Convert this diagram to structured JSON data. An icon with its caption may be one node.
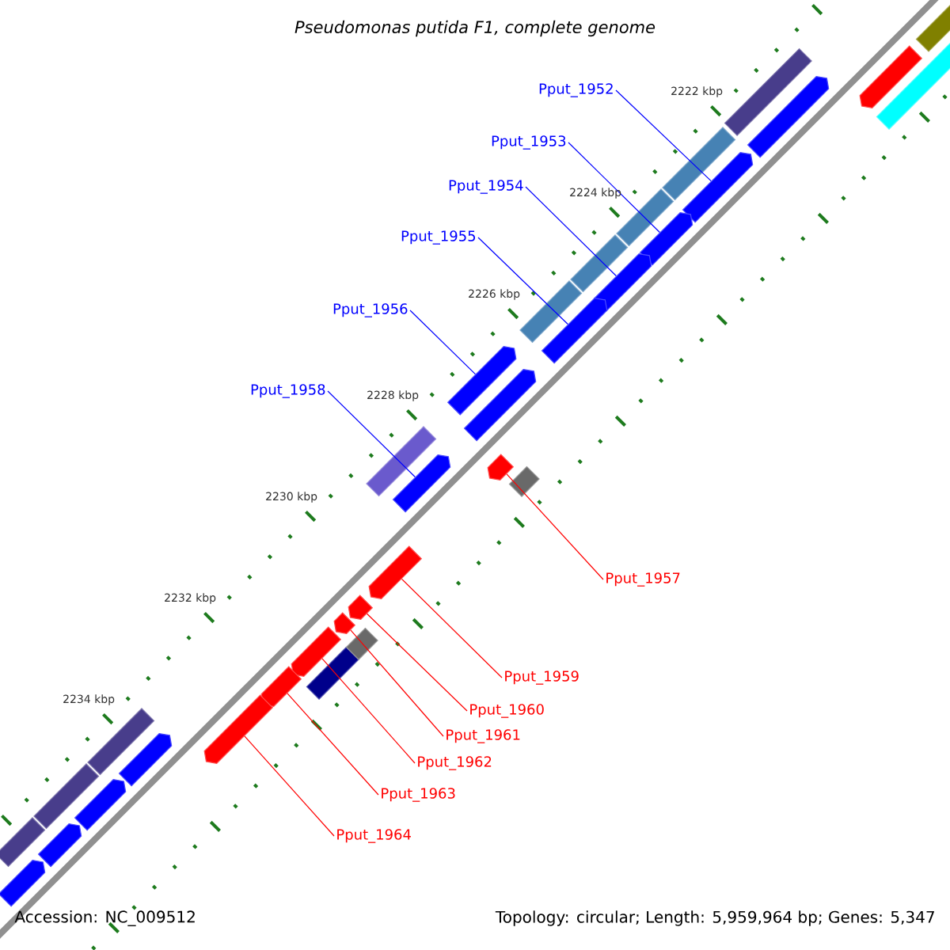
{
  "diagram": {
    "title": "Pseudomonas putida F1, complete genome",
    "nodes": [
      {
        "text": [
          "Pput_1952"
        ]
      },
      {
        "text": [
          "Pput_1953"
        ]
      },
      {
        "text": [
          "Pput_1954"
        ]
      },
      {
        "text": [
          "Pput_1955"
        ]
      },
      {
        "text": [
          "Pput_1956"
        ]
      },
      {
        "text": [
          "Pput_1958"
        ]
      },
      {
        "text": [
          "Pput_1957"
        ]
      },
      {
        "text": [
          "Pput_1959"
        ]
      },
      {
        "text": [
          "Pput_1960"
        ]
      },
      {
        "text": [
          "Pput_1961"
        ]
      },
      {
        "text": [
          "Pput_1962"
        ]
      },
      {
        "text": [
          "Pput_1963"
        ]
      },
      {
        "text": [
          "Pput_1964"
        ]
      },
      {
        "text": [],
        "shape": "pentagon"
      },
      {
        "text": [],
        "shape": "pentagon"
      },
      {
        "text": [],
        "shape": "pentagon"
      },
      {
        "text": [],
        "shape": "pentagon"
      },
      {
        "text": [],
        "shape": "pentagon"
      },
      {
        "text": [],
        "shape": "pentagon"
      },
      {
        "text": [],
        "shape": "pentagon"
      },
      {
        "text": [],
        "shape": "pentagon"
      },
      {
        "text": [],
        "shape": "pentagon"
      },
      {
        "text": [],
        "shape": "pentagon"
      },
      {
        "text": [],
        "shape": "pentagon"
      },
      {
        "text": [],
        "shape": "pentagon"
      },
      {
        "text": [],
        "shape": "pentagon"
      },
      {
        "text": [],
        "shape": "box"
      },
      {
        "text": [],
        "shape": "pentagon"
      },
      {
        "text": [],
        "shape": "pentagon"
      },
      {
        "text": [],
        "shape": "box"
      },
      {
        "text": [],
        "shape": "pentagon"
      },
      {
        "text": [],
        "shape": "box"
      },
      {
        "text": [],
        "shape": "pentagon"
      },
      {
        "text": [],
        "shape": "box"
      },
      {
        "text": [],
        "shape": "box"
      },
      {
        "text": [],
        "shape": "box"
      },
      {
        "text": [],
        "shape": "box"
      },
      {
        "text": [],
        "shape": "pentagon"
      },
      {
        "text": [],
        "shape": "box"
      },
      {
        "text": [],
        "shape": "box"
      },
      {
        "text": [],
        "shape": "box"
      },
      {
        "text": [],
        "shape": "box"
      },
      {
        "text": [],
        "shape": "pentagon"
      },
      {
        "text": [],
        "shape": "box"
      },
      {
        "text": [],
        "shape": "pentagon"
      },
      {
        "text": [],
        "shape": "box"
      },
      {
        "text": [],
        "shape": "box"
      }
    ],
    "edges": [
      {
        "from": 0,
        "to": 13,
        "arrow": "none",
        "color": "#0000ff"
      },
      {
        "from": 1,
        "to": 14,
        "arrow": "none",
        "color": "#0000ff"
      },
      {
        "from": 2,
        "to": 15,
        "arrow": "none",
        "color": "#0000ff"
      },
      {
        "from": 3,
        "to": 16,
        "arrow": "none",
        "color": "#0000ff"
      },
      {
        "from": 4,
        "to": 17,
        "arrow": "none",
        "color": "#0000ff"
      },
      {
        "from": 5,
        "to": 18,
        "arrow": "none",
        "color": "#0000ff"
      },
      {
        "from": 6,
        "to": 19,
        "arrow": "none"
      },
      {
        "from": 7,
        "to": 20,
        "arrow": "none"
      },
      {
        "from": 8,
        "to": 21,
        "arrow": "none"
      },
      {
        "from": 9,
        "to": 22,
        "arrow": "none"
      },
      {
        "from": 10,
        "to": 23,
        "arrow": "none"
      },
      {
        "from": 11,
        "to": 24,
        "arrow": "none"
      },
      {
        "from": 12,
        "to": 25,
        "arrow": "none"
      }
    ],
    "labels": [
      "2222 kbp",
      "2224 kbp",
      "2226 kbp",
      "2228 kbp",
      "2230 kbp",
      "2232 kbp",
      "2234 kbp",
      "Accession: NC_009512",
      "Topology: circular; Length: 5,959,964 bp; Genes: 5,347"
    ]
  }
}
